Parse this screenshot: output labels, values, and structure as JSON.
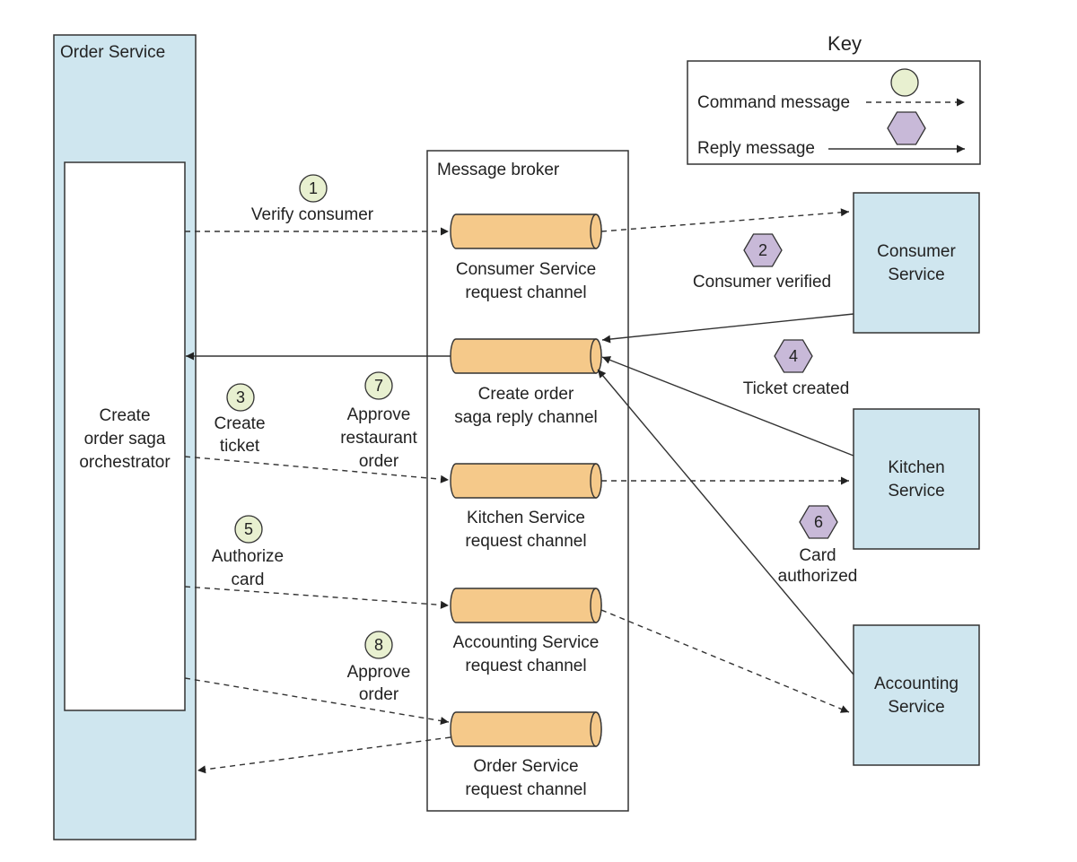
{
  "colors": {
    "service_fill": "#cfe6ef",
    "channel_fill": "#f5c98a",
    "command_fill": "#e8f0d0",
    "reply_fill": "#c8b9d8"
  },
  "order_service": {
    "label": "Order Service",
    "orchestrator_lines": [
      "Create",
      "order saga",
      "orchestrator"
    ]
  },
  "message_broker": {
    "label": "Message broker",
    "channels": [
      {
        "lines": [
          "Consumer Service",
          "request channel"
        ]
      },
      {
        "lines": [
          "Create order",
          "saga reply channel"
        ]
      },
      {
        "lines": [
          "Kitchen Service",
          "request channel"
        ]
      },
      {
        "lines": [
          "Accounting Service",
          "request channel"
        ]
      },
      {
        "lines": [
          "Order Service",
          "request channel"
        ]
      }
    ]
  },
  "services": [
    {
      "lines": [
        "Consumer",
        "Service"
      ]
    },
    {
      "lines": [
        "Kitchen",
        "Service"
      ]
    },
    {
      "lines": [
        "Accounting",
        "Service"
      ]
    }
  ],
  "steps": [
    {
      "number": "1",
      "kind": "command",
      "lines": [
        "Verify consumer"
      ]
    },
    {
      "number": "2",
      "kind": "reply",
      "lines": [
        "Consumer verified"
      ]
    },
    {
      "number": "3",
      "kind": "command",
      "lines": [
        "Create",
        "ticket"
      ]
    },
    {
      "number": "4",
      "kind": "reply",
      "lines": [
        "Ticket created"
      ]
    },
    {
      "number": "5",
      "kind": "command",
      "lines": [
        "Authorize",
        "card"
      ]
    },
    {
      "number": "6",
      "kind": "reply",
      "lines": [
        "Card",
        "authorized"
      ]
    },
    {
      "number": "7",
      "kind": "command",
      "lines": [
        "Approve",
        "restaurant",
        "order"
      ]
    },
    {
      "number": "8",
      "kind": "command",
      "lines": [
        "Approve",
        "order"
      ]
    }
  ],
  "key": {
    "title": "Key",
    "command_label": "Command message",
    "reply_label": "Reply message"
  }
}
